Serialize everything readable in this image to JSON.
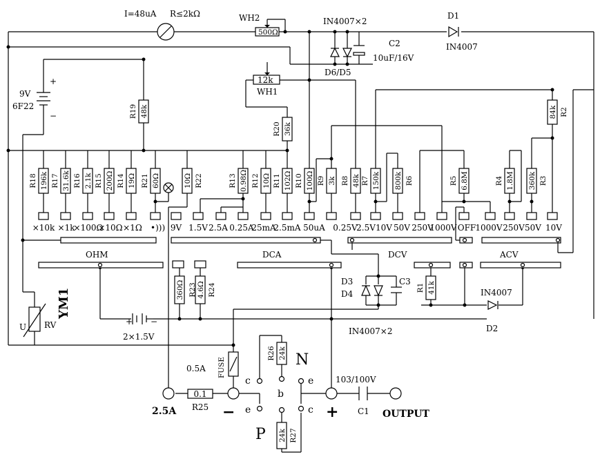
{
  "meter": {
    "current": "I=48uA",
    "resistance": "R≤2kΩ",
    "label": "YM1"
  },
  "battery9v": {
    "plus": "+",
    "minus": "−",
    "voltage": "9V",
    "type": "6F22"
  },
  "battery_aa": {
    "plus": "+",
    "minus": "−",
    "label": "2×1.5V"
  },
  "top": {
    "wh2": "WH2",
    "wh2_val": "500Ω",
    "diodes": "IN4007×2",
    "d1": "D1",
    "d1_part": "IN4007",
    "c2": "C2",
    "c2_val": "10uF/16V",
    "d6d5": "D6/D5",
    "wh1": "WH1",
    "wh1_val": "12k"
  },
  "resistors": {
    "R19": {
      "name": "R19",
      "val": "48k"
    },
    "R20": {
      "name": "R20",
      "val": "36k"
    },
    "R2": {
      "name": "R2",
      "val": "84k"
    },
    "R18": {
      "name": "R18",
      "val": "196k"
    },
    "R17": {
      "name": "R17",
      "val": "31.6k"
    },
    "R16": {
      "name": "R16",
      "val": "2.1k"
    },
    "R15": {
      "name": "R15",
      "val": "200Ω"
    },
    "R14": {
      "name": "R14",
      "val": "19Ω"
    },
    "R21": {
      "name": "R21",
      "val": "60Ω"
    },
    "R22": {
      "name": "R22",
      "val": "10Ω"
    },
    "R13": {
      "name": "R13",
      "val": "0.98Ω"
    },
    "R12": {
      "name": "R12",
      "val": "10Ω"
    },
    "R11": {
      "name": "R11",
      "val": "102Ω"
    },
    "R10": {
      "name": "R10",
      "val": "100Ω"
    },
    "R9": {
      "name": "R9",
      "val": "3k"
    },
    "R8": {
      "name": "R8",
      "val": "48k"
    },
    "R7": {
      "name": "R7",
      "val": "150k"
    },
    "R6": {
      "name": "R6",
      "val": "800k"
    },
    "R5": {
      "name": "R5",
      "val": "6.8M"
    },
    "R4": {
      "name": "R4",
      "val": "1.8M"
    },
    "R3": {
      "name": "R3",
      "val": "360k"
    },
    "R23": {
      "name": "R23",
      "val": "360Ω"
    },
    "R24": {
      "name": "R24",
      "val": "4.6Ω"
    },
    "R1": {
      "name": "R1",
      "val": "41k"
    },
    "R26": {
      "name": "R26",
      "val": "24k"
    },
    "R27": {
      "name": "R27",
      "val": "24k"
    },
    "R25": {
      "name": "R25",
      "val": "0.1"
    }
  },
  "ranges": {
    "ohm": [
      "×10k",
      "×1k",
      "×100Ω",
      "×10Ω",
      "×1Ω"
    ],
    "dca": [
      "9V",
      "1.5V",
      "2.5A",
      "0.25A",
      "25mA",
      "2.5mA",
      "50uA"
    ],
    "dcv": [
      "0.25V",
      "2.5V",
      "10V",
      "50V",
      "250V",
      "1000V"
    ],
    "off": "OFF",
    "acv": [
      "1000V",
      "250V",
      "50V",
      "10V"
    ]
  },
  "sections": {
    "ohm": "OHM",
    "dca": "DCA",
    "dcv": "DCV",
    "acv": "ACV"
  },
  "lower": {
    "d3": "D3",
    "d4": "D4",
    "c3": "C3",
    "d2_part": "IN4007",
    "d2": "D2",
    "diodes": "IN4007×2",
    "rv": "RV",
    "u": "U",
    "fuse": "FUSE",
    "fuse_val": "0.5A",
    "n": "N",
    "p": "P",
    "c": "c",
    "b": "b",
    "e": "e",
    "c1": "C1",
    "c1_val": "103/100V",
    "output": "OUTPUT",
    "a25": "2.5A",
    "minus": "−",
    "plus": "+"
  }
}
